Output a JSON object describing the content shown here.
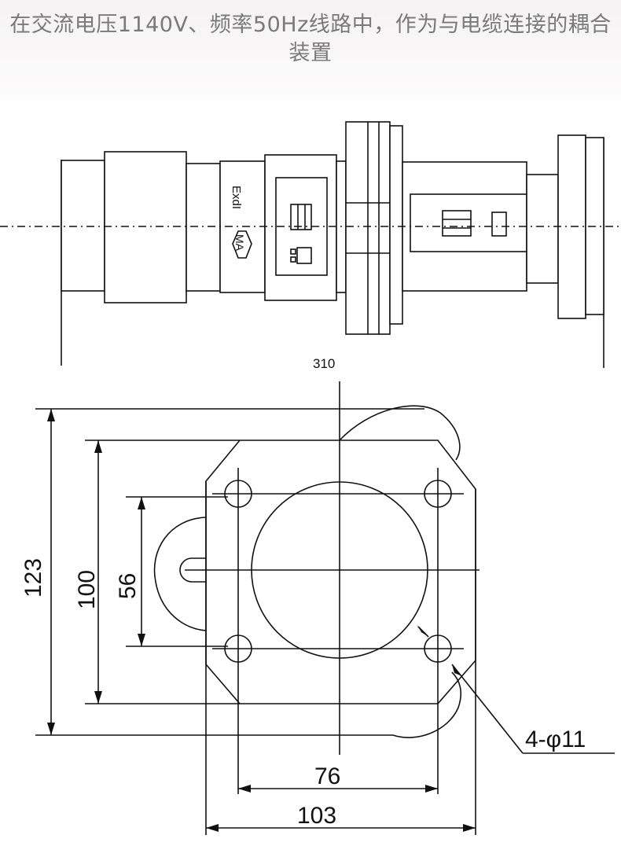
{
  "header": {
    "title": "在交流电压1140V、频率50Hz线路中，作为与电缆连接的耦合装置"
  },
  "side_view": {
    "marking_exd": "ExdI",
    "marking_ma": "MA",
    "length_label": "310"
  },
  "front_view": {
    "dim_outer_height": "123",
    "dim_hole_span_outer": "100",
    "dim_hole_span_vertical": "56",
    "dim_hole_span_horizontal": "76",
    "dim_flange_width": "103",
    "hole_callout": "4-φ11"
  }
}
